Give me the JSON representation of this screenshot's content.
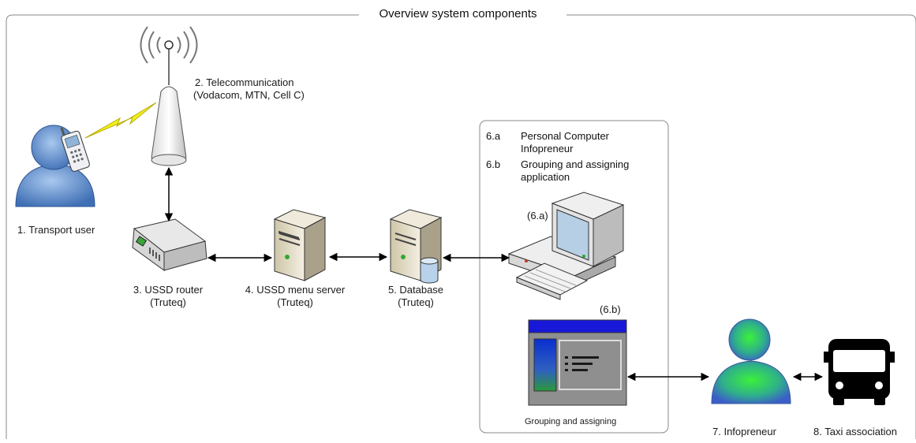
{
  "title": "Overview system components",
  "nodes": {
    "transport_user": "1. Transport user",
    "telecom": [
      "2. Telecommunication",
      "(Vodacom, MTN, Cell C)"
    ],
    "ussd_router": [
      "3. USSD router",
      "(Truteq)"
    ],
    "ussd_menu_server": [
      "4. USSD menu server",
      "(Truteq)"
    ],
    "database": [
      "5. Database",
      "(Truteq)"
    ],
    "infopreneur": "7. Infopreneur",
    "taxi_association": "8. Taxi association"
  },
  "infopreneur_box": {
    "legend": [
      {
        "key": "6.a",
        "value": "Personal Computer Infopreneur"
      },
      {
        "key": "6.b",
        "value": "Grouping and assigning application"
      }
    ],
    "pc_tag": "(6.a)",
    "app_tag": "(6.b)",
    "app_caption": "Grouping and assigning"
  }
}
